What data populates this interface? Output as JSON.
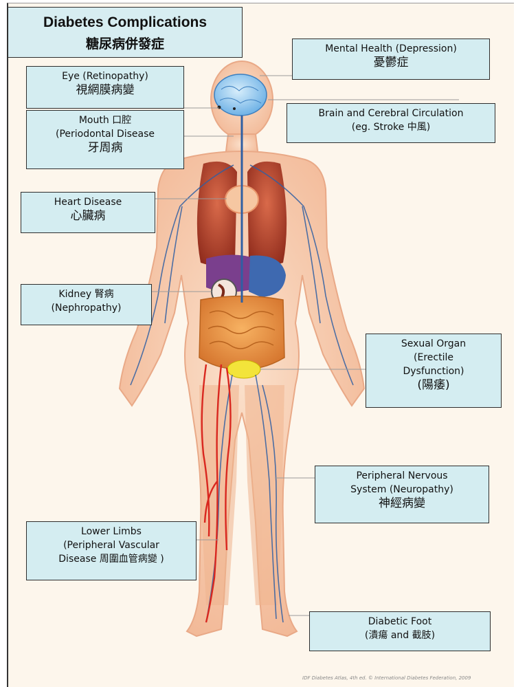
{
  "title": {
    "en": "Diabetes Complications",
    "zh": "糖尿病併發症"
  },
  "labels": {
    "mental": {
      "line1": "Mental Health (Depression)",
      "line2": "憂鬱症"
    },
    "eye": {
      "line1": "Eye (Retinopathy)",
      "line2": "視網膜病變"
    },
    "brain": {
      "line1": "Brain and Cerebral Circulation",
      "line2": "(eg. Stroke 中風)"
    },
    "mouth": {
      "line1": "Mouth 口腔",
      "line2": "(Periodontal Disease",
      "line3": "牙周病"
    },
    "heart": {
      "line1": "Heart Disease",
      "line2": "心臟病"
    },
    "kidney": {
      "line1": "Kidney 腎病",
      "line2": "(Nephropathy)"
    },
    "sexual": {
      "line1": "Sexual Organ",
      "line2": "(Erectile",
      "line3": "Dysfunction)",
      "line4": "(陽痿)"
    },
    "nerve": {
      "line1": "Peripheral Nervous",
      "line2": "System (Neuropathy)",
      "line3": "神經病變"
    },
    "limbs": {
      "line1": "Lower Limbs",
      "line2": "(Peripheral Vascular",
      "line3": "Disease 周圍血管病變 )"
    },
    "foot": {
      "line1": "Diabetic Foot",
      "line2": "(潰瘍 and 截肢)"
    }
  },
  "credit": "IDF Diabetes Atlas, 4th ed. © International Diabetes Federation, 2009",
  "colors": {
    "label_fill": "#d4edf1",
    "skin": "#f6c9a8",
    "artery": "#d9271f",
    "vein": "#2f5fa3"
  }
}
